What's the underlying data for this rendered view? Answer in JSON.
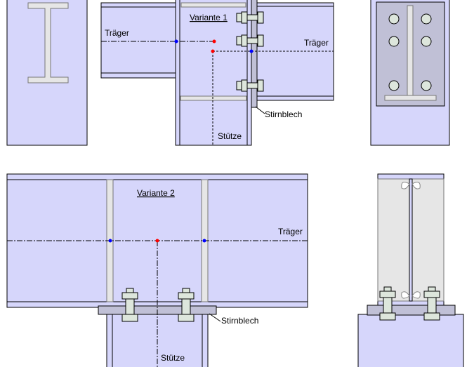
{
  "labels": {
    "beam": "Träger",
    "variant1": "Variante 1",
    "variant2": "Variante 2",
    "end_plate": "Stirnblech",
    "column": "Stütze"
  },
  "colors": {
    "steel": "#d6d6fb",
    "end_plate": "#c0c0d6",
    "bolt": "#dde6dc",
    "section_cut": "#e6e6e6",
    "node_red": "#ff0000",
    "node_blue": "#0000ff"
  }
}
